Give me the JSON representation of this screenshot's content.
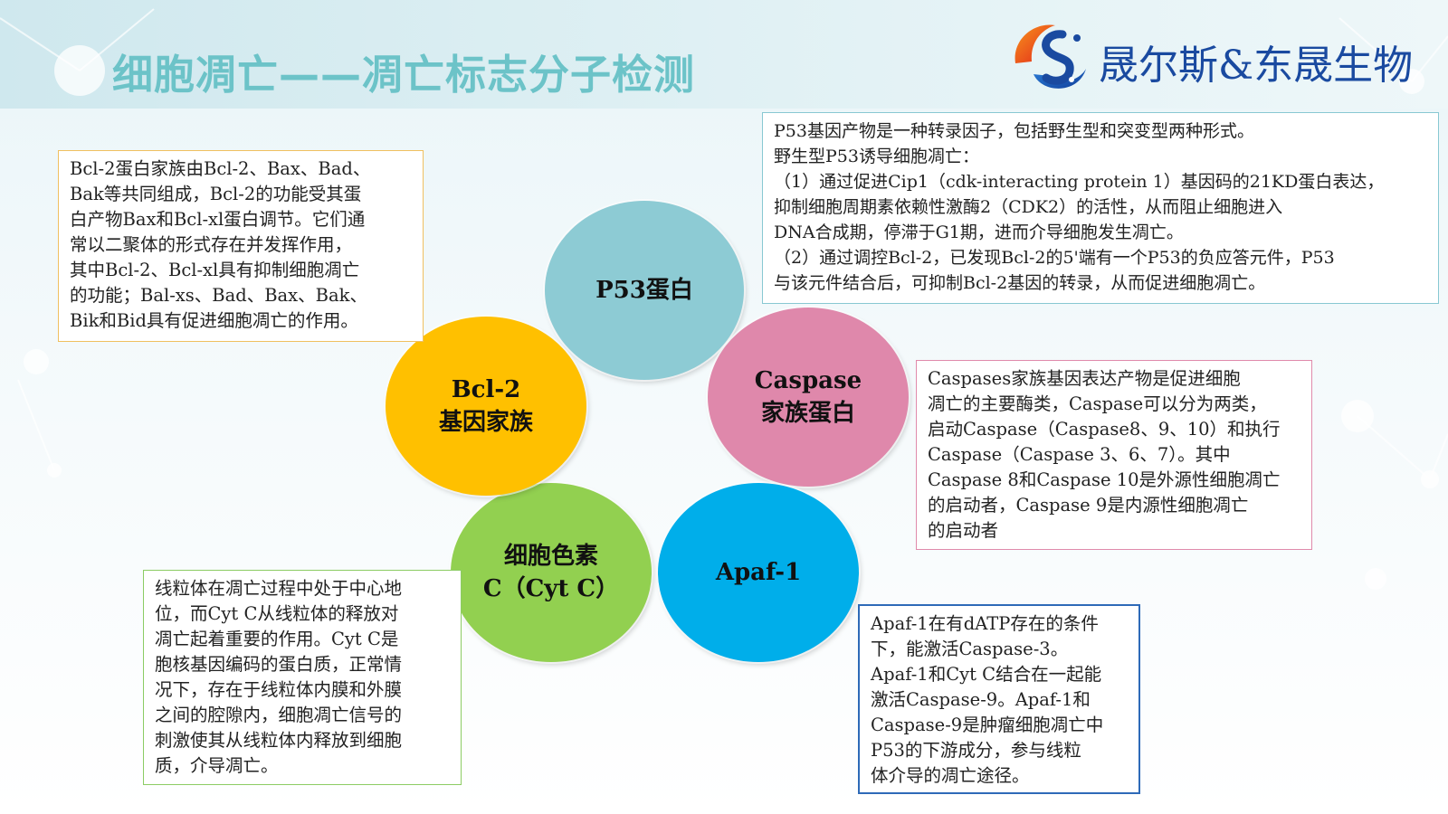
{
  "header": {
    "title": "细胞凋亡——凋亡标志分子检测",
    "company": "晟尔斯&东晟生物",
    "logo_icon": "company-logo-icon"
  },
  "colors": {
    "p53": "#8dcbd4",
    "caspase": "#df88ab",
    "apaf": "#00aeea",
    "cytc": "#92d050",
    "bcl2": "#ffc000",
    "title": "#6cc3c8",
    "company": "#1a4aa0"
  },
  "circles": {
    "p53": {
      "line1": "P53蛋白"
    },
    "caspase": {
      "line1": "Caspase",
      "line2": "家族蛋白"
    },
    "apaf": {
      "line1": "Apaf-1"
    },
    "cytc": {
      "line1": "细胞色素",
      "line2": "C（Cyt C）"
    },
    "bcl2": {
      "line1": "Bcl-2",
      "line2": "基因家族"
    }
  },
  "boxes": {
    "bcl2": [
      "Bcl-2蛋白家族由Bcl-2、Bax、Bad、",
      "Bak等共同组成，Bcl-2的功能受其蛋",
      "白产物Bax和Bcl-xl蛋白调节。它们通",
      "常以二聚体的形式存在并发挥作用，",
      "其中Bcl-2、Bcl-xl具有抑制细胞凋亡",
      "的功能；Bal-xs、Bad、Bax、Bak、",
      "Bik和Bid具有促进细胞凋亡的作用。"
    ],
    "p53": [
      "P53基因产物是一种转录因子，包括野生型和突变型两种形式。",
      "野生型P53诱导细胞凋亡：",
      "（1）通过促进Cip1（cdk-interacting protein 1）基因码的21KD蛋白表达，",
      "抑制细胞周期素依赖性激酶2（CDK2）的活性，从而阻止细胞进入",
      "DNA合成期，停滞于G1期，进而介导细胞发生凋亡。",
      "（2）通过调控Bcl-2，已发现Bcl-2的5'端有一个P53的负应答元件，P53",
      "与该元件结合后，可抑制Bcl-2基因的转录，从而促进细胞凋亡。"
    ],
    "caspase": [
      "Caspases家族基因表达产物是促进细胞",
      "凋亡的主要酶类，Caspase可以分为两类，",
      "启动Caspase（Caspase8、9、10）和执行",
      "Caspase（Caspase 3、6、7）。其中",
      "Caspase 8和Caspase 10是外源性细胞凋亡",
      "的启动者，Caspase 9是内源性细胞凋亡",
      "的启动者"
    ],
    "cytc": [
      "线粒体在凋亡过程中处于中心地",
      "位，而Cyt C从线粒体的释放对",
      "凋亡起着重要的作用。Cyt C是",
      "胞核基因编码的蛋白质，正常情",
      "况下，存在于线粒体内膜和外膜",
      "之间的腔隙内，细胞凋亡信号的",
      "刺激使其从线粒体内释放到细胞",
      "质，介导凋亡。"
    ],
    "apaf": [
      "Apaf-1在有dATP存在的条件",
      "下，能激活Caspase-3。",
      "Apaf-1和Cyt C结合在一起能",
      "激活Caspase-9。Apaf-1和",
      "Caspase-9是肿瘤细胞凋亡中",
      "P53的下游成分，参与线粒",
      "体介导的凋亡途径。"
    ]
  }
}
